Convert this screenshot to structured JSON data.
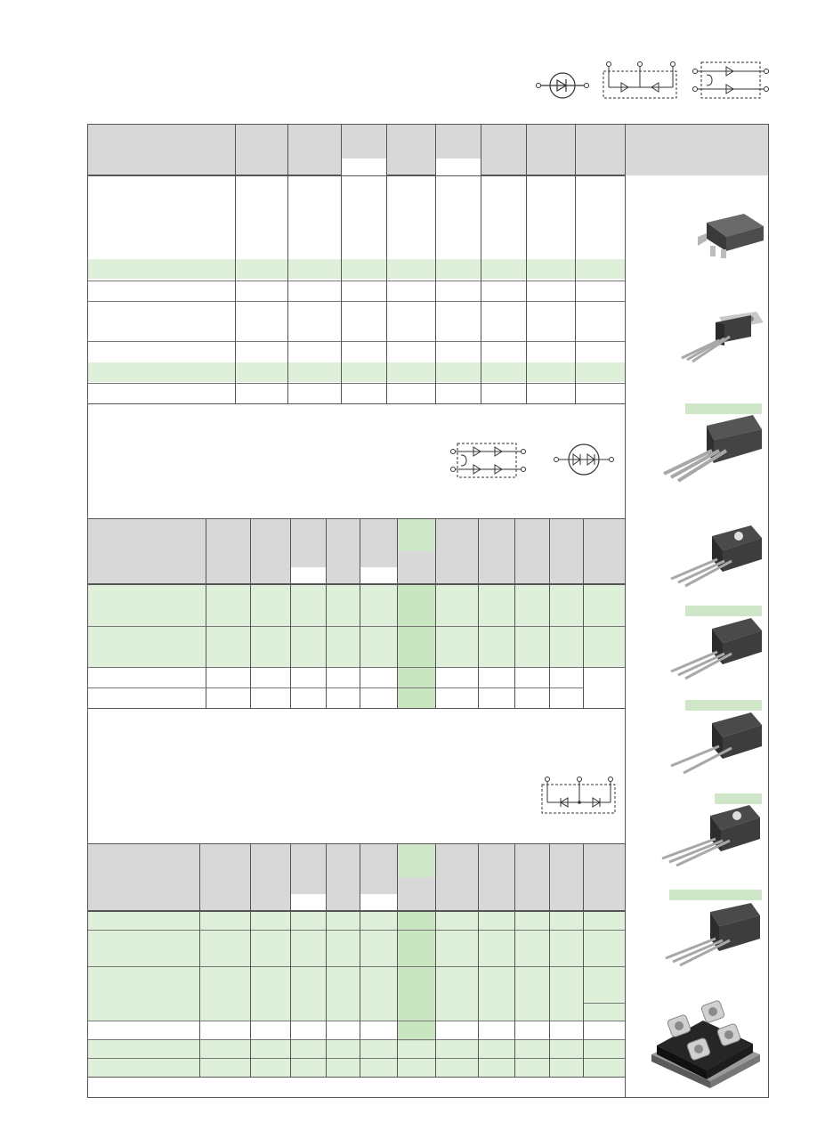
{
  "page": {
    "description_text": ""
  },
  "tables": [
    {
      "name": "table-1",
      "rows": 7
    },
    {
      "name": "table-2",
      "rows": 4
    },
    {
      "name": "table-3",
      "rows": 7
    }
  ],
  "symbols": [
    {
      "icon": "single-diode-circle-symbol"
    },
    {
      "icon": "common-cathode-dual-diode-symbol"
    },
    {
      "icon": "dual-series-diode-symbol"
    },
    {
      "icon": "dual-series-diode-pair-symbol"
    },
    {
      "icon": "series-diode-circle-symbol"
    },
    {
      "icon": "common-anode-dual-diode-symbol"
    }
  ],
  "packages": [
    {
      "icon": "d2pak-package-icon"
    },
    {
      "icon": "to-220-package-icon"
    },
    {
      "icon": "to-247-package-icon"
    },
    {
      "icon": "to-247-isolated-package-icon"
    },
    {
      "icon": "to-247-plus-package-icon"
    },
    {
      "icon": "to-247-2pin-package-icon"
    },
    {
      "icon": "to-247-long-lead-package-icon"
    },
    {
      "icon": "to-264-package-icon"
    },
    {
      "icon": "sot-227-module-icon"
    }
  ],
  "colors": {
    "header_gray": "#d8d8d8",
    "row_green": "#dff0da",
    "column_green": "#c9e6c1"
  }
}
